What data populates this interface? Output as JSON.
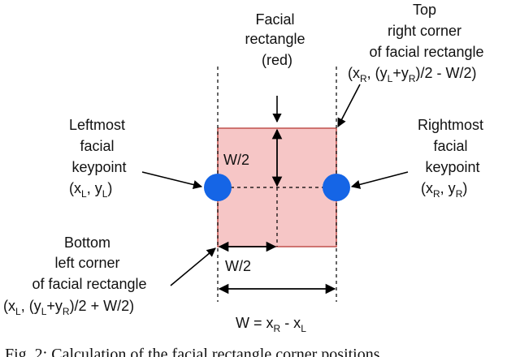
{
  "labels": {
    "facial_rect": [
      "Facial",
      "rectangle",
      "(red)"
    ],
    "top_right": [
      "Top",
      "right corner",
      "of facial rectangle"
    ],
    "top_right_formula": {
      "a": "(x",
      "a_sub": "R",
      "b": ", (y",
      "b_sub": "L",
      "c": "+y",
      "c_sub": "R",
      "d": ")/2 - W/2)"
    },
    "leftmost": [
      "Leftmost",
      "facial",
      "keypoint"
    ],
    "leftmost_coord": {
      "a": "(x",
      "a_sub": "L",
      "b": ", y",
      "b_sub": "L",
      "c": ")"
    },
    "rightmost": [
      "Rightmost",
      "facial",
      "keypoint"
    ],
    "rightmost_coord": {
      "a": "(x",
      "a_sub": "R",
      "b": ", y",
      "b_sub": "R",
      "c": ")"
    },
    "bottom_left": [
      "Bottom",
      "left corner",
      "of facial rectangle"
    ],
    "bottom_left_formula": {
      "a": "(x",
      "a_sub": "L",
      "b": ", (y",
      "b_sub": "L",
      "c": "+y",
      "c_sub": "R",
      "d": ")/2 + W/2)"
    },
    "half_w_vertical": "W/2",
    "half_w_horizontal": "W/2",
    "width_formula": {
      "a": "W = x",
      "a_sub": "R",
      "b": " - x",
      "b_sub": "L"
    },
    "caption": "Fig. 2: Calculation of the facial rectangle corner positions"
  },
  "colors": {
    "rect_fill": "#f6c6c6",
    "rect_stroke": "#c0504d",
    "keypoint": "#1565e6"
  }
}
